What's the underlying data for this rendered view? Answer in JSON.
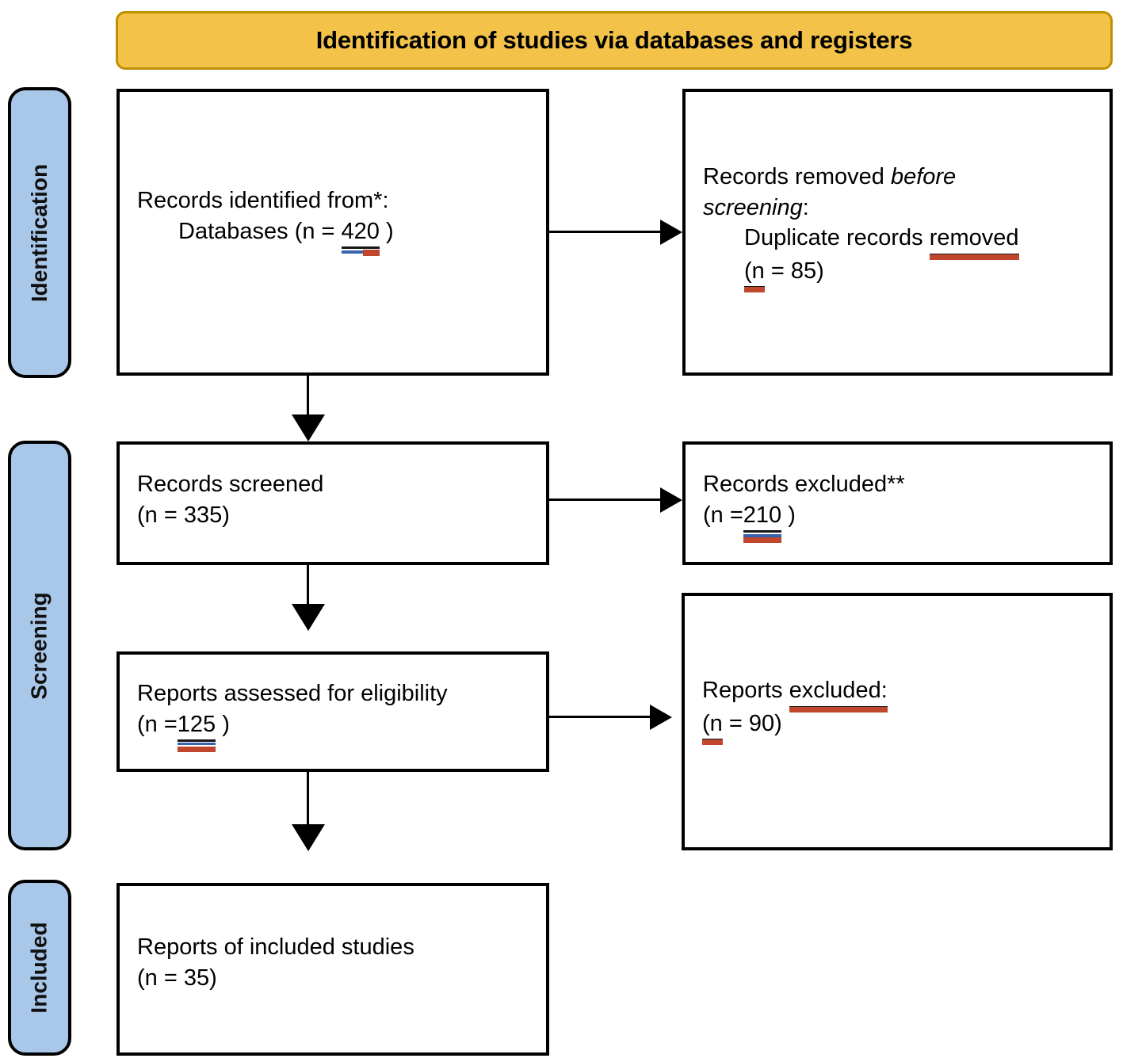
{
  "header": {
    "title": "Identification of studies via databases and registers",
    "fill_color": "#F2C249",
    "border_color": "#BF9000"
  },
  "stages": [
    {
      "id": "identification",
      "label": "Identification"
    },
    {
      "id": "screening",
      "label": "Screening"
    },
    {
      "id": "included",
      "label": "Included"
    }
  ],
  "stage_label_colors": {
    "fill": "#A9C7E8",
    "border": "#000000"
  },
  "annotation_colors": {
    "blue_underline": "#3A63AE",
    "red_underline": "#C0472B",
    "black_underline": "#151515"
  },
  "boxes": {
    "identified": {
      "line1": "Records identified from*:",
      "line2_prefix": "Databases (n = ",
      "line2_value": "420",
      "line2_suffix": " )"
    },
    "removed": {
      "line1_prefix": "Records removed ",
      "line1_italic": "before",
      "line2_italic": "screening",
      "line2_suffix": ":",
      "line3_prefix": "Duplicate records ",
      "line3_marked": "removed",
      "line4_marked": "(n",
      "line4_suffix": " = 85)"
    },
    "screened": {
      "line1": "Records screened",
      "line2": "(n = 335)"
    },
    "excluded_records": {
      "line1": "Records excluded**",
      "line2_prefix": "(n =",
      "line2_value": "210",
      "line2_suffix": " )"
    },
    "eligibility": {
      "line1": "Reports assessed for eligibility",
      "line2_prefix": "(n =",
      "line2_value": "125",
      "line2_suffix": " )"
    },
    "excluded_reports": {
      "line1_prefix": "Reports ",
      "line1_marked": "excluded:",
      "line2_marked": " (n",
      "line2_suffix": " = 90)"
    },
    "included": {
      "line1": "Reports of included studies",
      "line2": "(n = 35)"
    }
  },
  "connectors": [
    {
      "id": "identified-to-removed",
      "direction": "right"
    },
    {
      "id": "identified-to-screened",
      "direction": "down"
    },
    {
      "id": "screened-to-excluded-records",
      "direction": "right"
    },
    {
      "id": "screened-to-eligibility",
      "direction": "down"
    },
    {
      "id": "eligibility-to-excluded-reports",
      "direction": "right"
    },
    {
      "id": "eligibility-to-included",
      "direction": "down"
    }
  ]
}
